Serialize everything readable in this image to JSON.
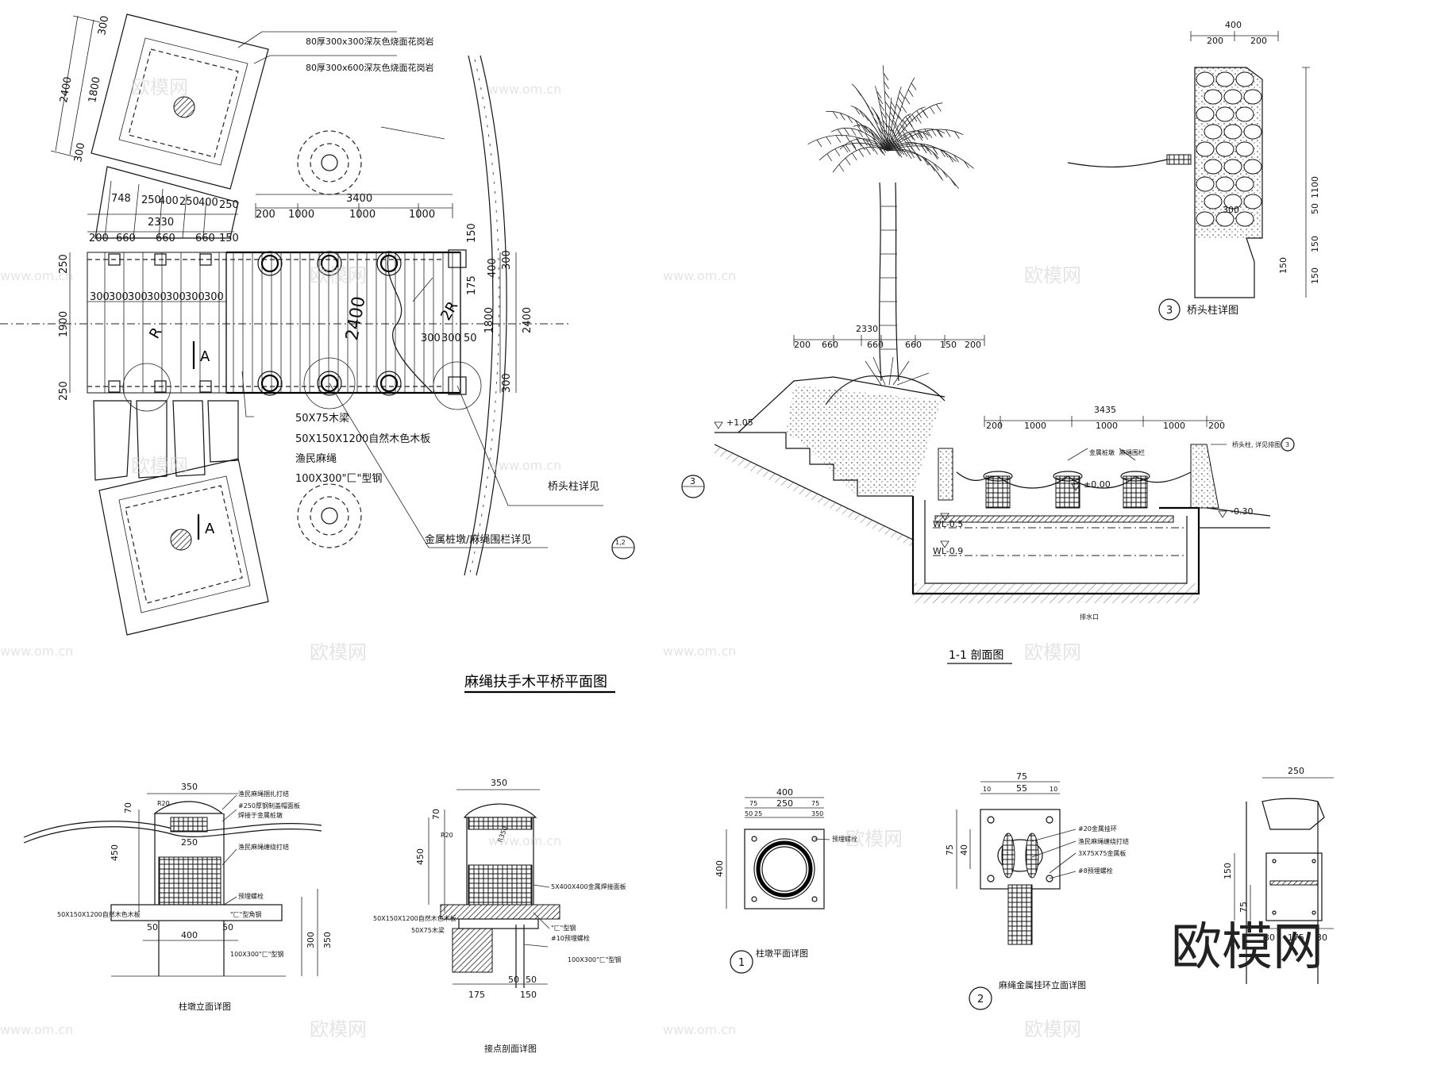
{
  "plan": {
    "title": "麻绳扶手木平桥平面图",
    "finish": [
      "80厚300x300深灰色烧面花岗岩",
      "80厚300x600深灰色烧面花岗岩"
    ],
    "dims": [
      "300",
      "1800",
      "300",
      "2400",
      "748",
      "250",
      "400",
      "250",
      "400",
      "250",
      "2330",
      "200",
      "660",
      "660",
      "660",
      "150",
      "3400",
      "200",
      "1000",
      "1000",
      "1000",
      "150",
      "300",
      "175",
      "400",
      "250",
      "1900",
      "250",
      "300",
      "300",
      "300",
      "300",
      "300",
      "300",
      "300",
      "2400",
      "300",
      "300",
      "50",
      "1800",
      "2400",
      "300"
    ],
    "letters": [
      "R",
      "A",
      "2R",
      "A"
    ],
    "notes": [
      "50X75木梁",
      "50X150X1200自然木色木板",
      "渔民麻绳",
      "100X300\"匚\"型钢",
      "金属桩墩/麻绳围栏详见",
      "桥头柱详见"
    ],
    "refs": [
      "1,2",
      "3"
    ]
  },
  "section": {
    "title": "1-1 剖面图",
    "dims": [
      "2330",
      "200",
      "660",
      "660",
      "660",
      "150",
      "200",
      "3435",
      "200",
      "1000",
      "1000",
      "1000",
      "200"
    ],
    "levels": [
      "+1.05",
      "±0.00",
      "-0.30",
      "WL-0.5",
      "WL-0.9"
    ],
    "labels": [
      "金属桩墩",
      "麻绳围栏",
      "桥头柱, 详见排图",
      "排水口"
    ],
    "ref": "3"
  },
  "detail3": {
    "title": "桥头柱详图",
    "num": "3",
    "dims": [
      "400",
      "200",
      "200",
      "1100",
      "300",
      "50",
      "150",
      "150",
      "150"
    ]
  },
  "pier_elev": {
    "title": "柱墩立面详图",
    "dims": [
      "350",
      "70",
      "450",
      "250",
      "400",
      "50",
      "50",
      "300",
      "350",
      "R20"
    ],
    "labels": [
      "渔民麻绳捆扎打结",
      "#250厚钢制盖帽面板",
      "焊接于金属桩墩",
      "渔民麻绳缠绕打结",
      "预埋螺栓",
      "50X150X1200自然木色木板",
      "\"匚\"型角钢",
      "100X300\"匚\"型钢"
    ]
  },
  "joint_sec": {
    "title": "接点剖面详图",
    "dims": [
      "350",
      "70",
      "450",
      "R20",
      "R350",
      "50",
      "50",
      "175",
      "150"
    ],
    "labels": [
      "5X400X400金属焊接面板",
      "50X150X1200自然木色木板",
      "50X75木梁",
      "\"匚\"型钢",
      "#10预埋螺栓",
      "100X300\"匚\"型钢"
    ]
  },
  "pier_plan": {
    "title": "柱墩平面详图",
    "num": "1",
    "dims": [
      "400",
      "75",
      "250",
      "75",
      "50",
      "25",
      "350",
      "400"
    ],
    "labels": [
      "预埋螺栓"
    ]
  },
  "ring_elev": {
    "title": "麻绳金属挂环立面详图",
    "num": "2",
    "dims": [
      "75",
      "10",
      "55",
      "10",
      "75",
      "40"
    ],
    "labels": [
      "#20金属挂环",
      "渔民麻绳缠绕打结",
      "3X75X75金属板",
      "#8预埋螺栓"
    ]
  },
  "post_detail": {
    "dims": [
      "250",
      "150",
      "75",
      "30",
      "175",
      "30"
    ]
  },
  "watermark": {
    "brand": "欧模网",
    "site": "www.om.cn"
  }
}
